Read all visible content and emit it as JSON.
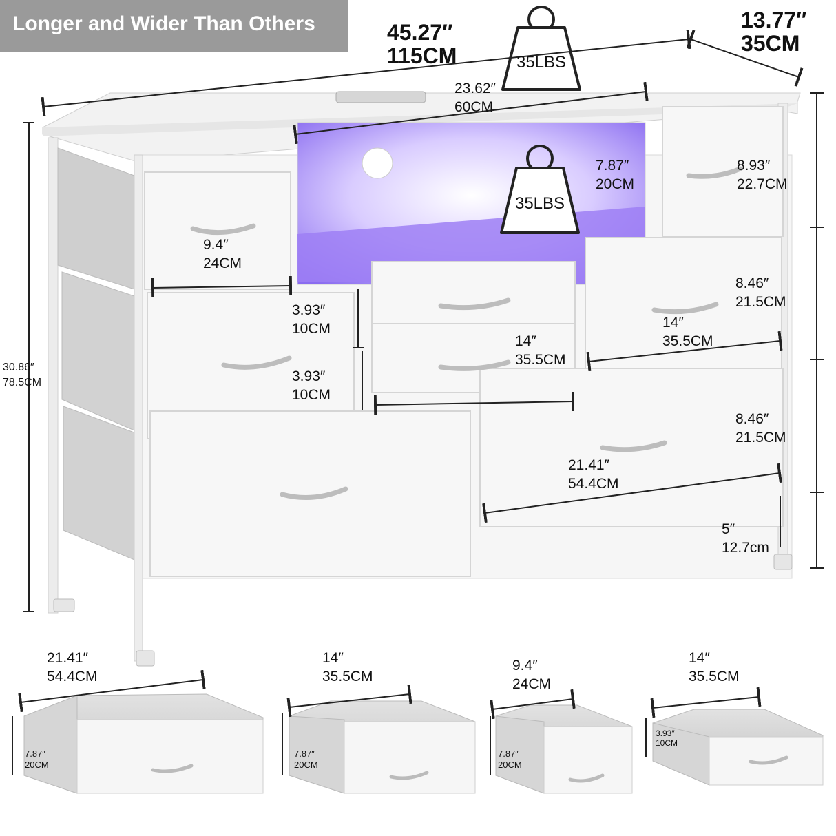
{
  "banner": {
    "title": "Longer and Wider Than Others"
  },
  "dimensions": {
    "overall_width": {
      "inch": "45.27″",
      "cm": "115CM"
    },
    "overall_depth": {
      "inch": "13.77″",
      "cm": "35CM"
    },
    "overall_height": {
      "inch": "30.86″",
      "cm": "78.5CM"
    },
    "tv_opening_width": {
      "inch": "23.62″",
      "cm": "60CM"
    },
    "opening_height": {
      "inch": "7.87″",
      "cm": "20CM"
    },
    "top_right_drawer_height": {
      "inch": "8.93″",
      "cm": "22.7CM"
    },
    "top_left_drawer_width": {
      "inch": "9.4″",
      "cm": "24CM"
    },
    "small_drawer_height_upper": {
      "inch": "3.93″",
      "cm": "10CM"
    },
    "small_drawer_height_lower": {
      "inch": "3.93″",
      "cm": "10CM"
    },
    "small_drawer_width": {
      "inch": "14″",
      "cm": "35.5CM"
    },
    "right_middle_drawer_height": {
      "inch": "8.46″",
      "cm": "21.5CM"
    },
    "right_middle_drawer_width": {
      "inch": "14″",
      "cm": "35.5CM"
    },
    "bottom_drawer_height": {
      "inch": "8.46″",
      "cm": "21.5CM"
    },
    "bottom_drawer_width": {
      "inch": "21.41″",
      "cm": "54.4CM"
    },
    "leg_clearance": {
      "inch": "5″",
      "cm": "12.7cm"
    }
  },
  "weights": {
    "top_load": "35LBS",
    "shelf_load": "35LBS"
  },
  "bins": [
    {
      "width_inch": "21.41″",
      "width_cm": "54.4CM",
      "height_inch": "7.87″",
      "height_cm": "20CM"
    },
    {
      "width_inch": "14″",
      "width_cm": "35.5CM",
      "height_inch": "7.87″",
      "height_cm": "20CM"
    },
    {
      "width_inch": "9.4″",
      "width_cm": "24CM",
      "height_inch": "7.87″",
      "height_cm": "20CM"
    },
    {
      "width_inch": "14″",
      "width_cm": "35.5CM",
      "height_inch": "3.93″",
      "height_cm": "10CM"
    }
  ],
  "colors": {
    "banner_bg": "#9a9a9a",
    "led_glow": "#8a6cf0",
    "fabric": "#f4f4f4",
    "side_fabric": "#cfcfcf",
    "frame": "#e9e9e9"
  }
}
